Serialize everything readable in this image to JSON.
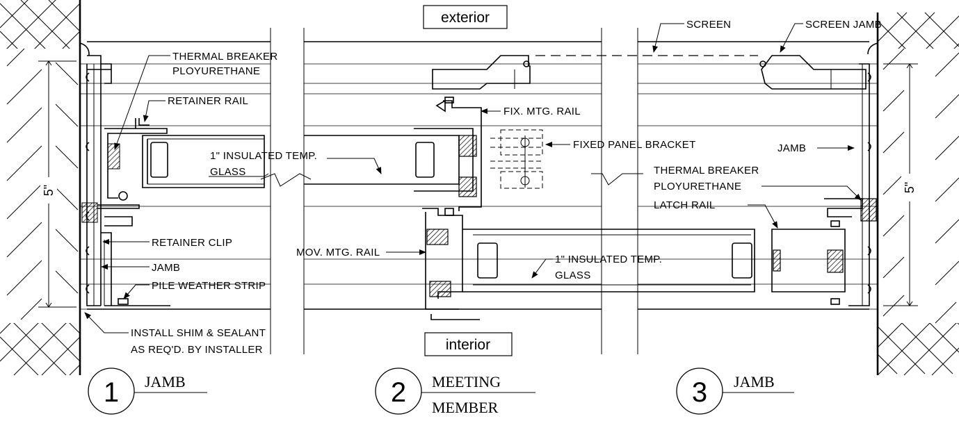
{
  "header": {
    "exterior": "exterior",
    "interior": "interior"
  },
  "labels": {
    "thermal_breaker_1": "THERMAL BREAKER",
    "thermal_breaker_1b": "PLOYURETHANE",
    "retainer_rail": "RETAINER RAIL",
    "glass_1a": "1\" INSULATED TEMP.",
    "glass_1b": "GLASS",
    "retainer_clip": "RETAINER CLIP",
    "jamb_left": "JAMB",
    "pile_weather_strip": "PILE WEATHER STRIP",
    "install_shim_a": "INSTALL SHIM & SEALANT",
    "install_shim_b": "AS REQ'D. BY INSTALLER",
    "mov_mtg_rail": "MOV. MTG. RAIL",
    "fix_mtg_rail": "FIX. MTG. RAIL",
    "fixed_panel_bracket": "FIXED PANEL BRACKET",
    "glass_2a": "1\" INSULATED TEMP.",
    "glass_2b": "GLASS",
    "screen": "SCREEN",
    "screen_jamb": "SCREEN JAMB",
    "jamb_right": "JAMB",
    "thermal_breaker_2": "THERMAL BREAKER",
    "thermal_breaker_2b": "PLOYURETHANE",
    "latch_rail": "LATCH RAIL"
  },
  "dimensions": {
    "left": "5\"",
    "right": "5\""
  },
  "callouts": [
    {
      "number": "1",
      "title": "JAMB",
      "title2": ""
    },
    {
      "number": "2",
      "title": "MEETING",
      "title2": "MEMBER"
    },
    {
      "number": "3",
      "title": "JAMB",
      "title2": ""
    }
  ]
}
